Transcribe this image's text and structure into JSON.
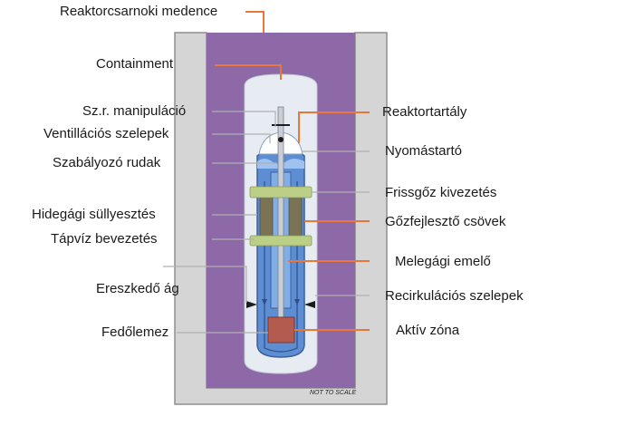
{
  "title": "Reaktorcsarnoki medence",
  "left_labels": {
    "containment": "Containment",
    "manipulator": "Sz.r. manipuláció",
    "vent_valves": "Ventillációs szelepek",
    "control_rods": "Szabályozó rudak",
    "cold_leg": "Hidegági süllyesztés",
    "feedwater": "Tápvíz bevezetés",
    "downcomer": "Ereszkedő ág",
    "cover_plate": "Fedőlemez"
  },
  "right_labels": {
    "reactor_vessel": "Reaktortartály",
    "pressurizer": "Nyomástartó",
    "steam_outlet": "Frissgőz kivezetés",
    "sg_tubes": "Gőzfejlesztő csövek",
    "hot_leg_riser": "Melegági emelő",
    "recirc_valves": "Recirkulációs szelepek",
    "core": "Aktív zóna"
  },
  "scale_note": "NOT TO SCALE",
  "colors": {
    "pool": "#8e69a8",
    "pool_border": "#9a9a9a",
    "containment_shell": "#e4eaf1",
    "water": "#5d8dd2",
    "water_inner": "#82aee6",
    "core": "#b45b4f",
    "sg_tubes": "#7b7356",
    "sg_bands": "#bccf86",
    "leader_orange": "#e9773a",
    "leader_gray": "#b0b0b0"
  }
}
